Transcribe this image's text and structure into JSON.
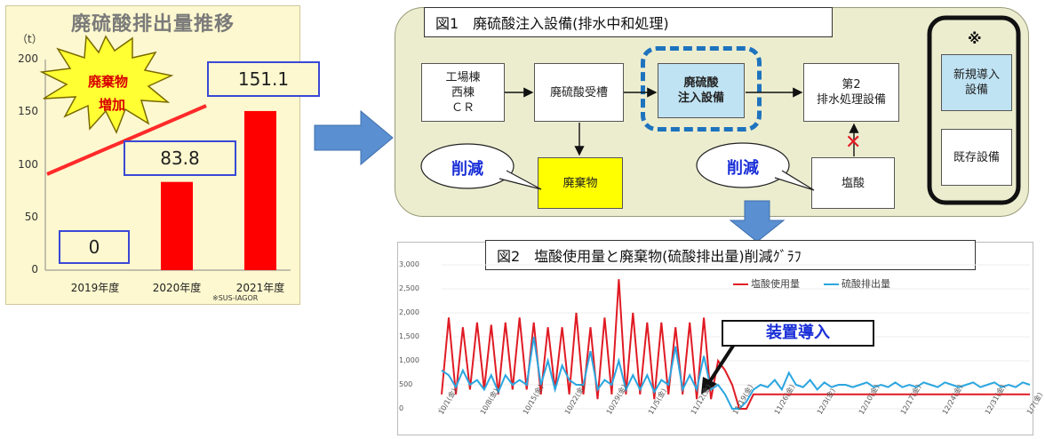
{
  "left_chart": {
    "title": "廃硫酸排出量推移",
    "unit": "（t）",
    "burst_line1": "廃棄物",
    "burst_line2": "増加",
    "footnote": "※SUS-IAGOR",
    "chart_data": {
      "type": "bar",
      "categories": [
        "2019年度",
        "2020年度",
        "2021年度"
      ],
      "values": [
        0,
        83.8,
        151.1
      ],
      "value_labels": [
        "0",
        "83.8",
        "151.1"
      ],
      "title": "廃硫酸排出量推移",
      "ylabel": "（t）",
      "yticks": [
        "0",
        "50",
        "100",
        "150",
        "200"
      ],
      "ylim": [
        0,
        200
      ],
      "bar_color": "#ff0000",
      "trend_color": "#ff0000"
    }
  },
  "fig1": {
    "title": "図1　廃硫酸注入設備(排水中和処理)",
    "box_factory": "工場棟\n西棟\nＣＲ",
    "box_tank": "廃硫酸受槽",
    "box_injection": "廃硫酸\n注入設備",
    "box_treatment": "第2\n排水処理設備",
    "box_waste": "廃棄物",
    "box_hcl": "塩酸",
    "bubble1": "削減",
    "bubble2": "削減",
    "x_mark": "✕",
    "legend_mark": "※",
    "legend_new": "新規導入\n設備",
    "legend_existing": "既存設備",
    "colors": {
      "new": "#bfe3f3",
      "existing": "#ffffff",
      "waste": "#ffff00",
      "dashed": "#1e73be"
    }
  },
  "fig2": {
    "title": "図2　塩酸使用量と廃棄物(硫酸排出量)削減ｸﾞﾗﾌ",
    "callout": "装置導入",
    "legend_red": "塩酸使用量",
    "legend_blue": "硫酸排出量",
    "yticks": [
      "3,000",
      "2,500",
      "2,000",
      "1,500",
      "1,000",
      "500",
      "0"
    ],
    "xticks": [
      "10/1(金)",
      "10/8(金)",
      "10/15(金)",
      "10/22(金)",
      "10/29(金)",
      "11/5(金)",
      "11/12(金)",
      "11/19(金)",
      "11/26(金)",
      "12/3(金)",
      "12/10(金)",
      "12/17(金)",
      "12/24(金)",
      "12/31(金)",
      "1/7(金)"
    ],
    "chart_data": {
      "type": "line",
      "ylim": [
        0,
        3000
      ],
      "series": [
        {
          "name": "塩酸使用量",
          "color": "#e01b24",
          "values": [
            300,
            1900,
            300,
            1700,
            400,
            1800,
            400,
            1750,
            300,
            1800,
            400,
            1900,
            400,
            1800,
            300,
            1700,
            400,
            1700,
            300,
            2000,
            300,
            1700,
            200,
            1900,
            300,
            2700,
            300,
            2000,
            300,
            1800,
            200,
            1800,
            300,
            1700,
            300,
            1800,
            200,
            1900,
            200,
            1000,
            800,
            500,
            0,
            0,
            300,
            300,
            300,
            300,
            300,
            300,
            300,
            300,
            300,
            300,
            300,
            300,
            300,
            300,
            300,
            300,
            300,
            300,
            300,
            300,
            300,
            300,
            300,
            300,
            300,
            300,
            300,
            300,
            300,
            300,
            300,
            300,
            300,
            300,
            300,
            300,
            300,
            300,
            300,
            300
          ]
        },
        {
          "name": "硫酸排出量",
          "color": "#2aa6e0",
          "values": [
            800,
            700,
            450,
            800,
            500,
            600,
            400,
            700,
            350,
            700,
            500,
            600,
            500,
            1500,
            500,
            1000,
            400,
            900,
            600,
            500,
            500,
            1200,
            400,
            600,
            500,
            1000,
            400,
            700,
            400,
            700,
            350,
            600,
            500,
            1300,
            400,
            700,
            400,
            1100,
            400,
            500,
            300,
            0,
            0,
            150,
            400,
            500,
            450,
            600,
            400,
            750,
            500,
            450,
            600,
            400,
            550,
            450,
            500,
            500,
            450,
            500,
            550,
            450,
            500,
            450,
            550,
            450,
            500,
            450,
            550,
            500,
            450,
            550,
            500,
            450,
            500,
            550,
            450,
            500,
            550,
            450,
            500,
            450,
            550,
            500
          ]
        }
      ]
    }
  }
}
